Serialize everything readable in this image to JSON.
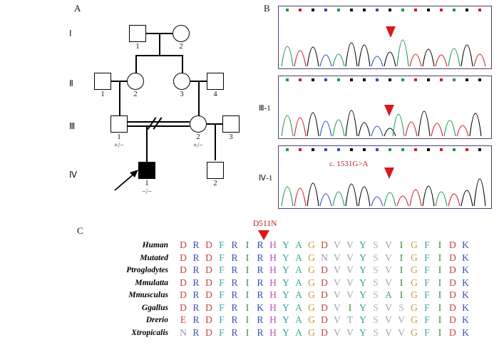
{
  "figure": {
    "panels": [
      {
        "id": "A",
        "label": "A"
      },
      {
        "id": "B",
        "label": "B"
      },
      {
        "id": "C",
        "label": "C"
      }
    ]
  },
  "panelA": {
    "label": "A",
    "type": "pedigree",
    "generation_labels": [
      "Ⅰ",
      "Ⅱ",
      "Ⅲ",
      "Ⅳ"
    ],
    "individuals": [
      {
        "gen": "I",
        "id": "1",
        "sex": "male",
        "affected": false,
        "genotype": ""
      },
      {
        "gen": "I",
        "id": "2",
        "sex": "female",
        "affected": false,
        "genotype": ""
      },
      {
        "gen": "II",
        "id": "1",
        "sex": "male",
        "affected": false,
        "genotype": ""
      },
      {
        "gen": "II",
        "id": "2",
        "sex": "female",
        "affected": false,
        "genotype": ""
      },
      {
        "gen": "II",
        "id": "3",
        "sex": "female",
        "affected": false,
        "genotype": ""
      },
      {
        "gen": "II",
        "id": "4",
        "sex": "male",
        "affected": false,
        "genotype": ""
      },
      {
        "gen": "III",
        "id": "1",
        "sex": "male",
        "affected": false,
        "genotype": "+/−"
      },
      {
        "gen": "III",
        "id": "2",
        "sex": "female",
        "affected": false,
        "genotype": "+/−"
      },
      {
        "gen": "III",
        "id": "3",
        "sex": "male",
        "affected": false,
        "genotype": ""
      },
      {
        "gen": "IV",
        "id": "1",
        "sex": "male",
        "affected": true,
        "genotype": "−/−"
      },
      {
        "gen": "IV",
        "id": "2",
        "sex": "male",
        "affected": false,
        "genotype": ""
      }
    ],
    "proband_marker": "arrow",
    "consanguineous_union": "III-1 x III-2"
  },
  "panelB": {
    "label": "B",
    "type": "sanger-chromatograms",
    "traces": [
      {
        "tag": "",
        "mutation_label": "",
        "arrow": true
      },
      {
        "tag": "Ⅲ-1",
        "mutation_label": "",
        "arrow": true
      },
      {
        "tag": "Ⅳ-1",
        "mutation_label": "c. 1531G>A",
        "arrow": true
      }
    ],
    "base_colors": {
      "A": "#1a9850",
      "T": "#d7191c",
      "G": "#000000",
      "C": "#2b4ec9"
    }
  },
  "panelC": {
    "label": "C",
    "type": "protein-alignment",
    "variant_label": "D511N",
    "highlight_index": 12,
    "rows": [
      {
        "species": "Human",
        "sequence": "DRDFRIRHYAGDVVYSVIGFIDK"
      },
      {
        "species": "Mutated",
        "sequence": "DRDFRIRHYAGNVVYSVIGFIDK"
      },
      {
        "species": "Ptroglodytes",
        "sequence": "DRDFRIRHYAGDVVYSVIGFIDK"
      },
      {
        "species": "Mmulatta",
        "sequence": "DRDFRIRHYAGDVVYSVIGFIDK"
      },
      {
        "species": "Mmusculus",
        "sequence": "DRDFRIRHYAGDVVYSAIGFIDK"
      },
      {
        "species": "Ggallus",
        "sequence": "DRDFRIKHYAGDVIYSVSGFIDK"
      },
      {
        "species": "Drerio",
        "sequence": "ERDFRIRHYAGDVTYSVVGFIDK"
      },
      {
        "species": "Xtropicalis",
        "sequence": "NRDFRIRHYAGDVVYSVVGFIDK"
      }
    ],
    "residue_colors": {
      "D": "#c4443c",
      "R": "#3b4fb8",
      "F": "#3aa9a0",
      "I": "#2a8f3c",
      "H": "#c050b8",
      "Y": "#2aa39a",
      "A": "#3fae96",
      "G": "#c79a33",
      "N": "#9b8fb5",
      "V": "#9aa4b0",
      "S": "#a8b2bd",
      "K": "#3b4fb8",
      "T": "#7fa8b8",
      "E": "#c4443c"
    }
  }
}
